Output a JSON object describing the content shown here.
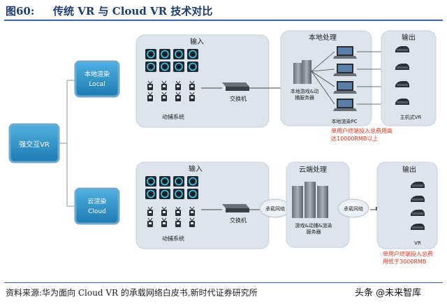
{
  "header": {
    "fig_num": "图60:",
    "title": "传统 VR 与 Cloud VR 技术对比"
  },
  "diagram": {
    "root": "强交互VR",
    "local": {
      "name": "本地渲染",
      "en": "Local"
    },
    "cloud": {
      "name": "云渲染",
      "en": "Cloud"
    },
    "top": {
      "input": "输入",
      "mocap": "动捕系统",
      "switch": "交换机",
      "proc": "本地处理",
      "server": "本地游戏&动\n捕服务器",
      "pc": "本地渲染PC",
      "output": "输出",
      "console": "主机式VR",
      "cost": "单用户终端投入总费用高\n达10000RMB以上"
    },
    "bottom": {
      "input": "输入",
      "mocap": "动捕系统",
      "switch": "交换机",
      "net1": "承载网络",
      "proc": "云端处理",
      "server": "游戏&动捕&渲染\n服务器",
      "net2": "承载网络",
      "output": "输出",
      "vr": "VR",
      "cost": "单用户终端投入总费\n用低于3000RMB"
    }
  },
  "footer": {
    "source": "资料来源:华为面向 Cloud VR 的承载网络白皮书,新时代证券研究所",
    "watermark": "头条 @未来智库"
  },
  "colors": {
    "panel": "#dde4ec",
    "blue_box": "#2f8fc4",
    "cost_text": "#e0301e",
    "title": "#1f3c6e"
  }
}
